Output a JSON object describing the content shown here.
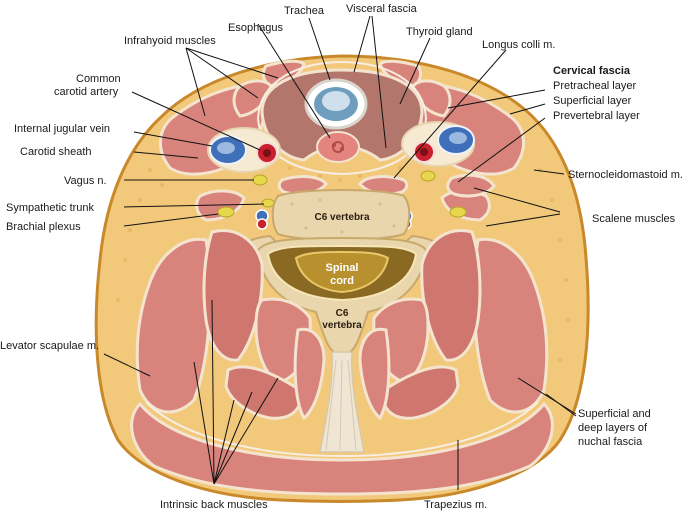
{
  "labels": {
    "trachea": "Trachea",
    "visceral_fascia": "Visceral fascia",
    "esophagus": "Esophagus",
    "infrahyoid_muscles": "Infrahyoid muscles",
    "thyroid_gland": "Thyroid gland",
    "longus_colli": "Longus colli m.",
    "common_carotid_1": "Common",
    "common_carotid_2": "carotid artery",
    "cervical_fascia": "Cervical fascia",
    "pretracheal_layer": "Pretracheal layer",
    "superficial_layer": "Superficial layer",
    "prevertebral_layer": "Prevertebral layer",
    "internal_jugular_vein": "Internal jugular vein",
    "carotid_sheath": "Carotid sheath",
    "sternocleidomastoid": "Sternocleidomastoid m.",
    "vagus_nerve": "Vagus n.",
    "sympathetic_trunk": "Sympathetic trunk",
    "brachial_plexus": "Brachial plexus",
    "scalene_muscles": "Scalene muscles",
    "levator_scapulae": "Levator scapulae m.",
    "nuchal_fascia_1": "Superficial and",
    "nuchal_fascia_2": "deep layers of",
    "nuchal_fascia_3": "nuchal fascia",
    "intrinsic_back_muscles": "Intrinsic back muscles",
    "trapezius": "Trapezius m.",
    "c6_vertebra_body": "C6 vertebra",
    "spinal_cord_1": "Spinal",
    "spinal_cord_2": "cord",
    "c6_vertebra_arch_1": "C6",
    "c6_vertebra_arch_2": "vertebra"
  },
  "colors": {
    "outline": "#c9882a",
    "fat": "#f2c97a",
    "muscle": "#d8847c",
    "fascia": "#f4e4cf",
    "bone": "#e9d6ac",
    "vein": "#3f6fb8",
    "artery": "#c8202c",
    "nerve": "#e6d84a",
    "spinal_cord": "#b8902e",
    "leader": "#111111"
  }
}
